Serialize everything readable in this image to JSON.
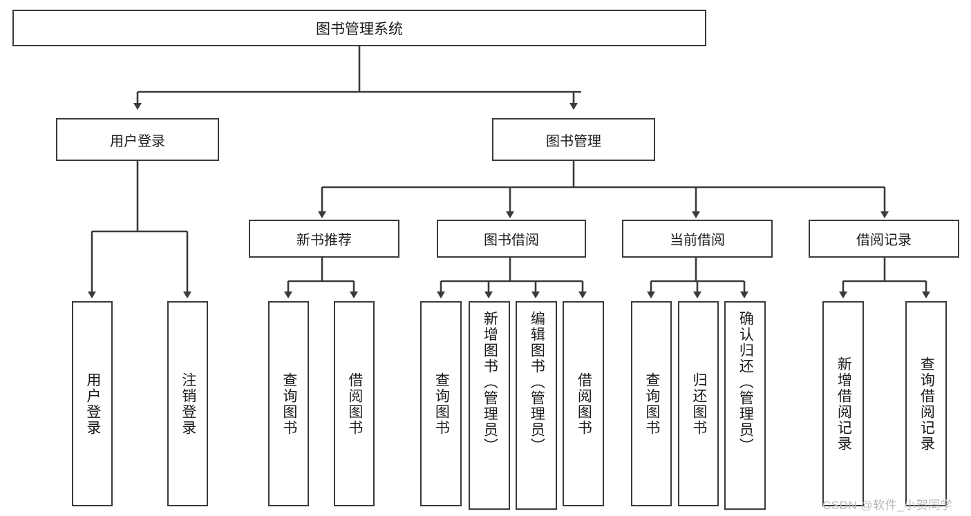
{
  "diagram": {
    "type": "tree",
    "title": "图书管理系统",
    "root": {
      "id": "root",
      "label": "图书管理系统"
    },
    "level1": [
      {
        "id": "user-login",
        "label": "用户登录"
      },
      {
        "id": "book-manage",
        "label": "图书管理"
      }
    ],
    "level2": [
      {
        "id": "new-book-recommend",
        "label": "新书推荐",
        "parent": "book-manage"
      },
      {
        "id": "book-borrow",
        "label": "图书借阅",
        "parent": "book-manage"
      },
      {
        "id": "current-borrow",
        "label": "当前借阅",
        "parent": "book-manage"
      },
      {
        "id": "borrow-record",
        "label": "借阅记录",
        "parent": "book-manage"
      }
    ],
    "leaves": [
      {
        "id": "leaf-user-login",
        "label": "用户登录",
        "parent": "user-login"
      },
      {
        "id": "leaf-user-logout",
        "label": "注销登录",
        "parent": "user-login"
      },
      {
        "id": "leaf-query-book-rec",
        "label": "查询图书",
        "parent": "new-book-recommend"
      },
      {
        "id": "leaf-borrow-book-rec",
        "label": "借阅图书",
        "parent": "new-book-recommend"
      },
      {
        "id": "leaf-query-book-borrow",
        "label": "查询图书",
        "parent": "book-borrow"
      },
      {
        "id": "leaf-add-book",
        "label": "新增图书（管理员）",
        "parent": "book-borrow"
      },
      {
        "id": "leaf-edit-book",
        "label": "编辑图书（管理员）",
        "parent": "book-borrow"
      },
      {
        "id": "leaf-borrow-book",
        "label": "借阅图书",
        "parent": "book-borrow"
      },
      {
        "id": "leaf-query-book-cur",
        "label": "查询图书",
        "parent": "current-borrow"
      },
      {
        "id": "leaf-return-book",
        "label": "归还图书",
        "parent": "current-borrow"
      },
      {
        "id": "leaf-confirm-return",
        "label": "确认归还（管理员）",
        "parent": "current-borrow"
      },
      {
        "id": "leaf-add-record",
        "label": "新增借阅记录",
        "parent": "borrow-record"
      },
      {
        "id": "leaf-query-record",
        "label": "查询借阅记录",
        "parent": "borrow-record"
      }
    ],
    "watermark": "CSDN @软件_小贺同学",
    "colors": {
      "stroke": "#3a3a3a",
      "background": "#ffffff",
      "text": "#1b1b1b",
      "watermark": "#b9b9b9"
    }
  }
}
